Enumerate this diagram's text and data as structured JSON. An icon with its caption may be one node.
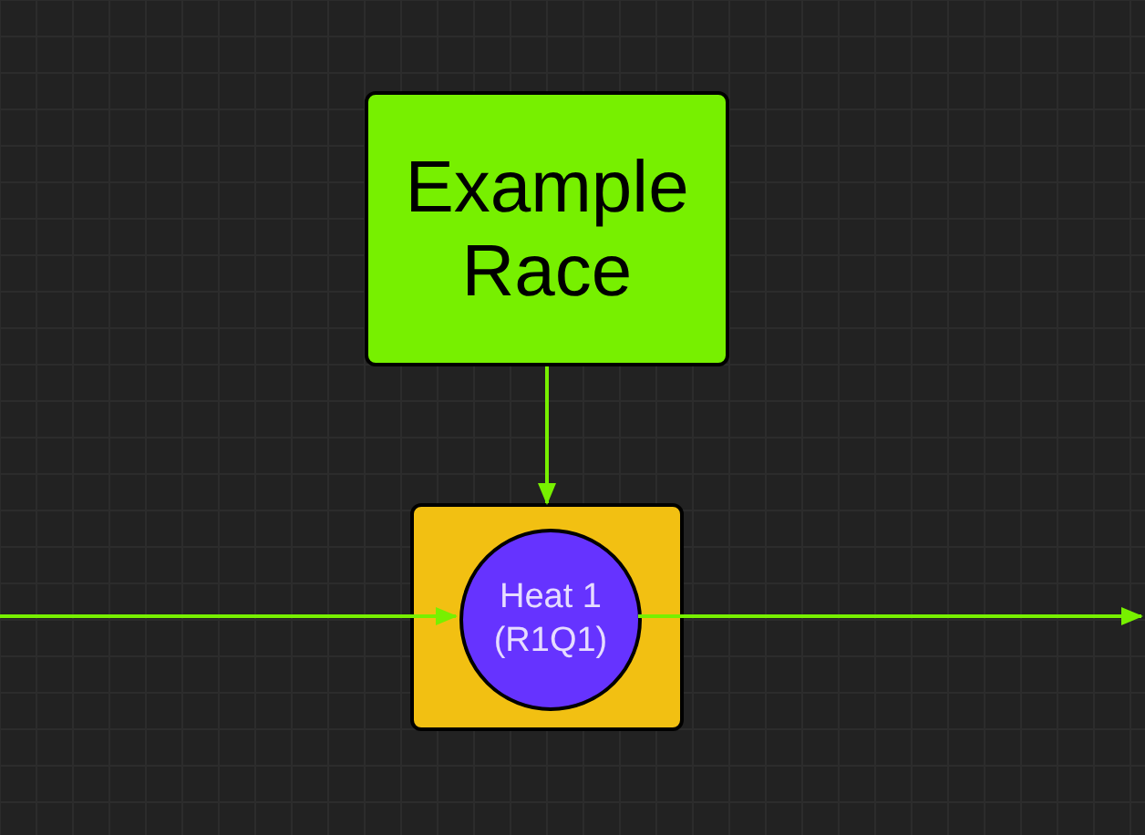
{
  "diagram": {
    "nodes": [
      {
        "text": [
          "Example Race"
        ]
      },
      {
        "text": [],
        "shape": "box"
      },
      {
        "text": [
          "Heat 1 (R1Q1)"
        ],
        "in": 1
      }
    ],
    "edges": [
      {
        "from": 0,
        "to": 1,
        "arrow": "to"
      },
      {
        "from": null,
        "to": 2,
        "arrow": "to"
      },
      {
        "from": 2,
        "to": null,
        "arrow": "to"
      }
    ]
  }
}
